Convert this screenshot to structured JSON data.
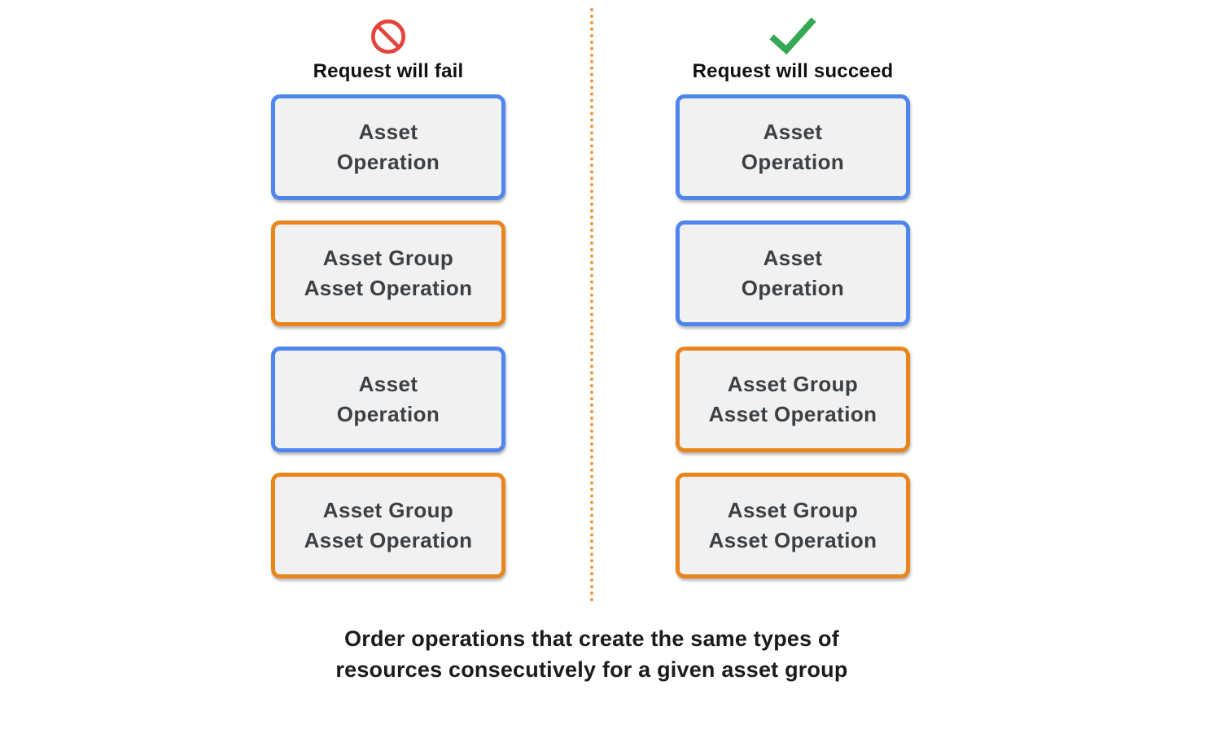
{
  "colors": {
    "blue": "#4E86EE",
    "orange": "#E8861D",
    "red": "#E2453C",
    "green": "#34A853",
    "divider": "#E9993F",
    "box_fill": "#F1F1F2",
    "box_text": "#3C4043",
    "heading_text": "#111111"
  },
  "columns": {
    "fail": {
      "icon": "prohibited-icon",
      "title": "Request will fail",
      "boxes": [
        {
          "label": "Asset\nOperation",
          "color": "blue"
        },
        {
          "label": "Asset Group\nAsset Operation",
          "color": "orange"
        },
        {
          "label": "Asset\nOperation",
          "color": "blue"
        },
        {
          "label": "Asset Group\nAsset Operation",
          "color": "orange"
        }
      ]
    },
    "succeed": {
      "icon": "check-icon",
      "title": "Request will succeed",
      "boxes": [
        {
          "label": "Asset\nOperation",
          "color": "blue"
        },
        {
          "label": "Asset\nOperation",
          "color": "blue"
        },
        {
          "label": "Asset Group\nAsset Operation",
          "color": "orange"
        },
        {
          "label": "Asset Group\nAsset Operation",
          "color": "orange"
        }
      ]
    }
  },
  "caption": "Order operations that create the same types of\nresources consecutively for a given asset group"
}
